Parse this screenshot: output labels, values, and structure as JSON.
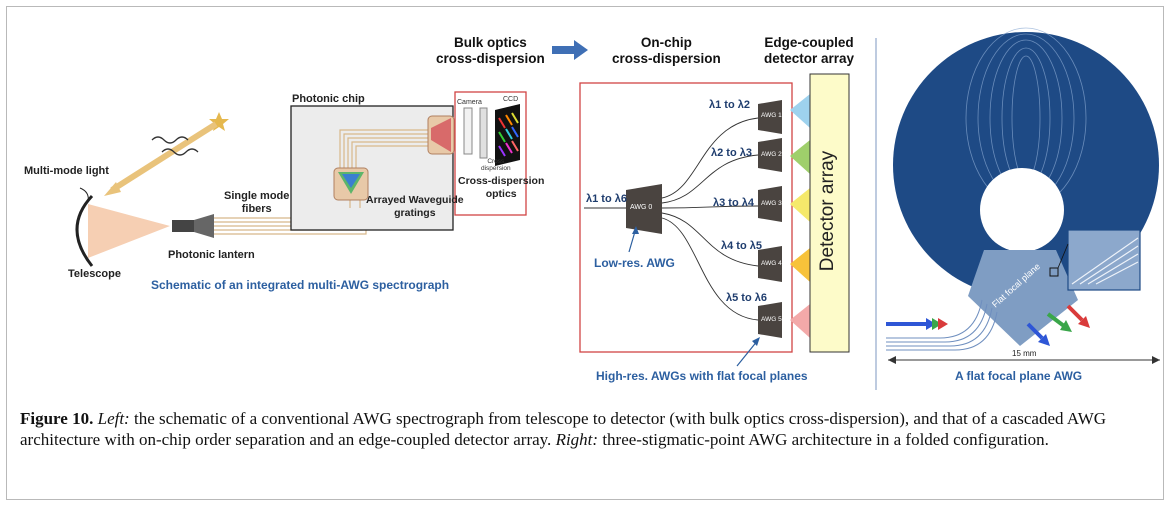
{
  "figure": {
    "left_panel": {
      "multimode_light": "Multi-mode light",
      "telescope": "Telescope",
      "single_mode_fibers": "Single mode\nfibers",
      "photonic_lantern": "Photonic lantern",
      "photonic_chip": "Photonic chip",
      "arrayed_waveguide": "Arrayed Waveguide\ngratings",
      "camera": "Camera",
      "ccd": "CCD",
      "cross_dispersion_small": "Cross\ndispersion",
      "cross_dispersion_optics": "Cross-dispersion\noptics",
      "schematic_title": "Schematic of an integrated multi-AWG spectrograph"
    },
    "middle_panel": {
      "bulk_optics": "Bulk optics\ncross-dispersion",
      "onchip": "On-chip\ncross-dispersion",
      "edge_coupled": "Edge-coupled\ndetector array",
      "input_range": "λ1 to λ6",
      "awg0": "AWG 0",
      "low_res": "Low-res. AWG",
      "outputs": [
        {
          "range": "λ1 to λ2",
          "awg": "AWG 1",
          "color": "#9ed2ee"
        },
        {
          "range": "λ2 to λ3",
          "awg": "AWG 2",
          "color": "#9fcf6b"
        },
        {
          "range": "λ3 to λ4",
          "awg": "AWG 3",
          "color": "#f5e96b"
        },
        {
          "range": "λ4 to λ5",
          "awg": "AWG 4",
          "color": "#f7c23a"
        },
        {
          "range": "λ5 to λ6",
          "awg": "AWG 5",
          "color": "#f3a9a9"
        }
      ],
      "detector_array": "Detector array",
      "high_res": "High-res. AWGs with flat focal planes"
    },
    "right_panel": {
      "flat_focal_plane": "Flat focal plane",
      "scale": "15 mm",
      "title": "A flat focal plane AWG"
    },
    "caption": {
      "label": "Figure 10.",
      "left_word": "Left:",
      "text1": " the schematic of a conventional AWG spectrograph from telescope to detector (with bulk optics cross-dispersion), and that of a cascaded AWG architecture with on-chip order separation and an edge-coupled detector array. ",
      "right_word": "Right:",
      "text2": " three-stigmatic-point AWG architecture in a folded configuration."
    }
  }
}
